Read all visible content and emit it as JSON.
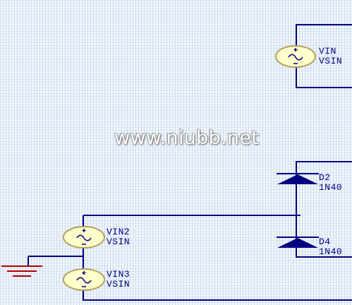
{
  "watermark": "www.niubb.net",
  "colors": {
    "wire": "#000080",
    "source_fill": "#ffffcc",
    "source_outline": "#b3a15e",
    "ground": "#b00000",
    "label": "#000080"
  },
  "components": {
    "vin": {
      "ref": "VIN",
      "model": "VSIN"
    },
    "vin2": {
      "ref": "VIN2",
      "model": "VSIN"
    },
    "vin3": {
      "ref": "VIN3",
      "model": "VSIN"
    },
    "d2": {
      "ref": "D2",
      "model": "1N40"
    },
    "d4": {
      "ref": "D4",
      "model": "1N40"
    }
  }
}
